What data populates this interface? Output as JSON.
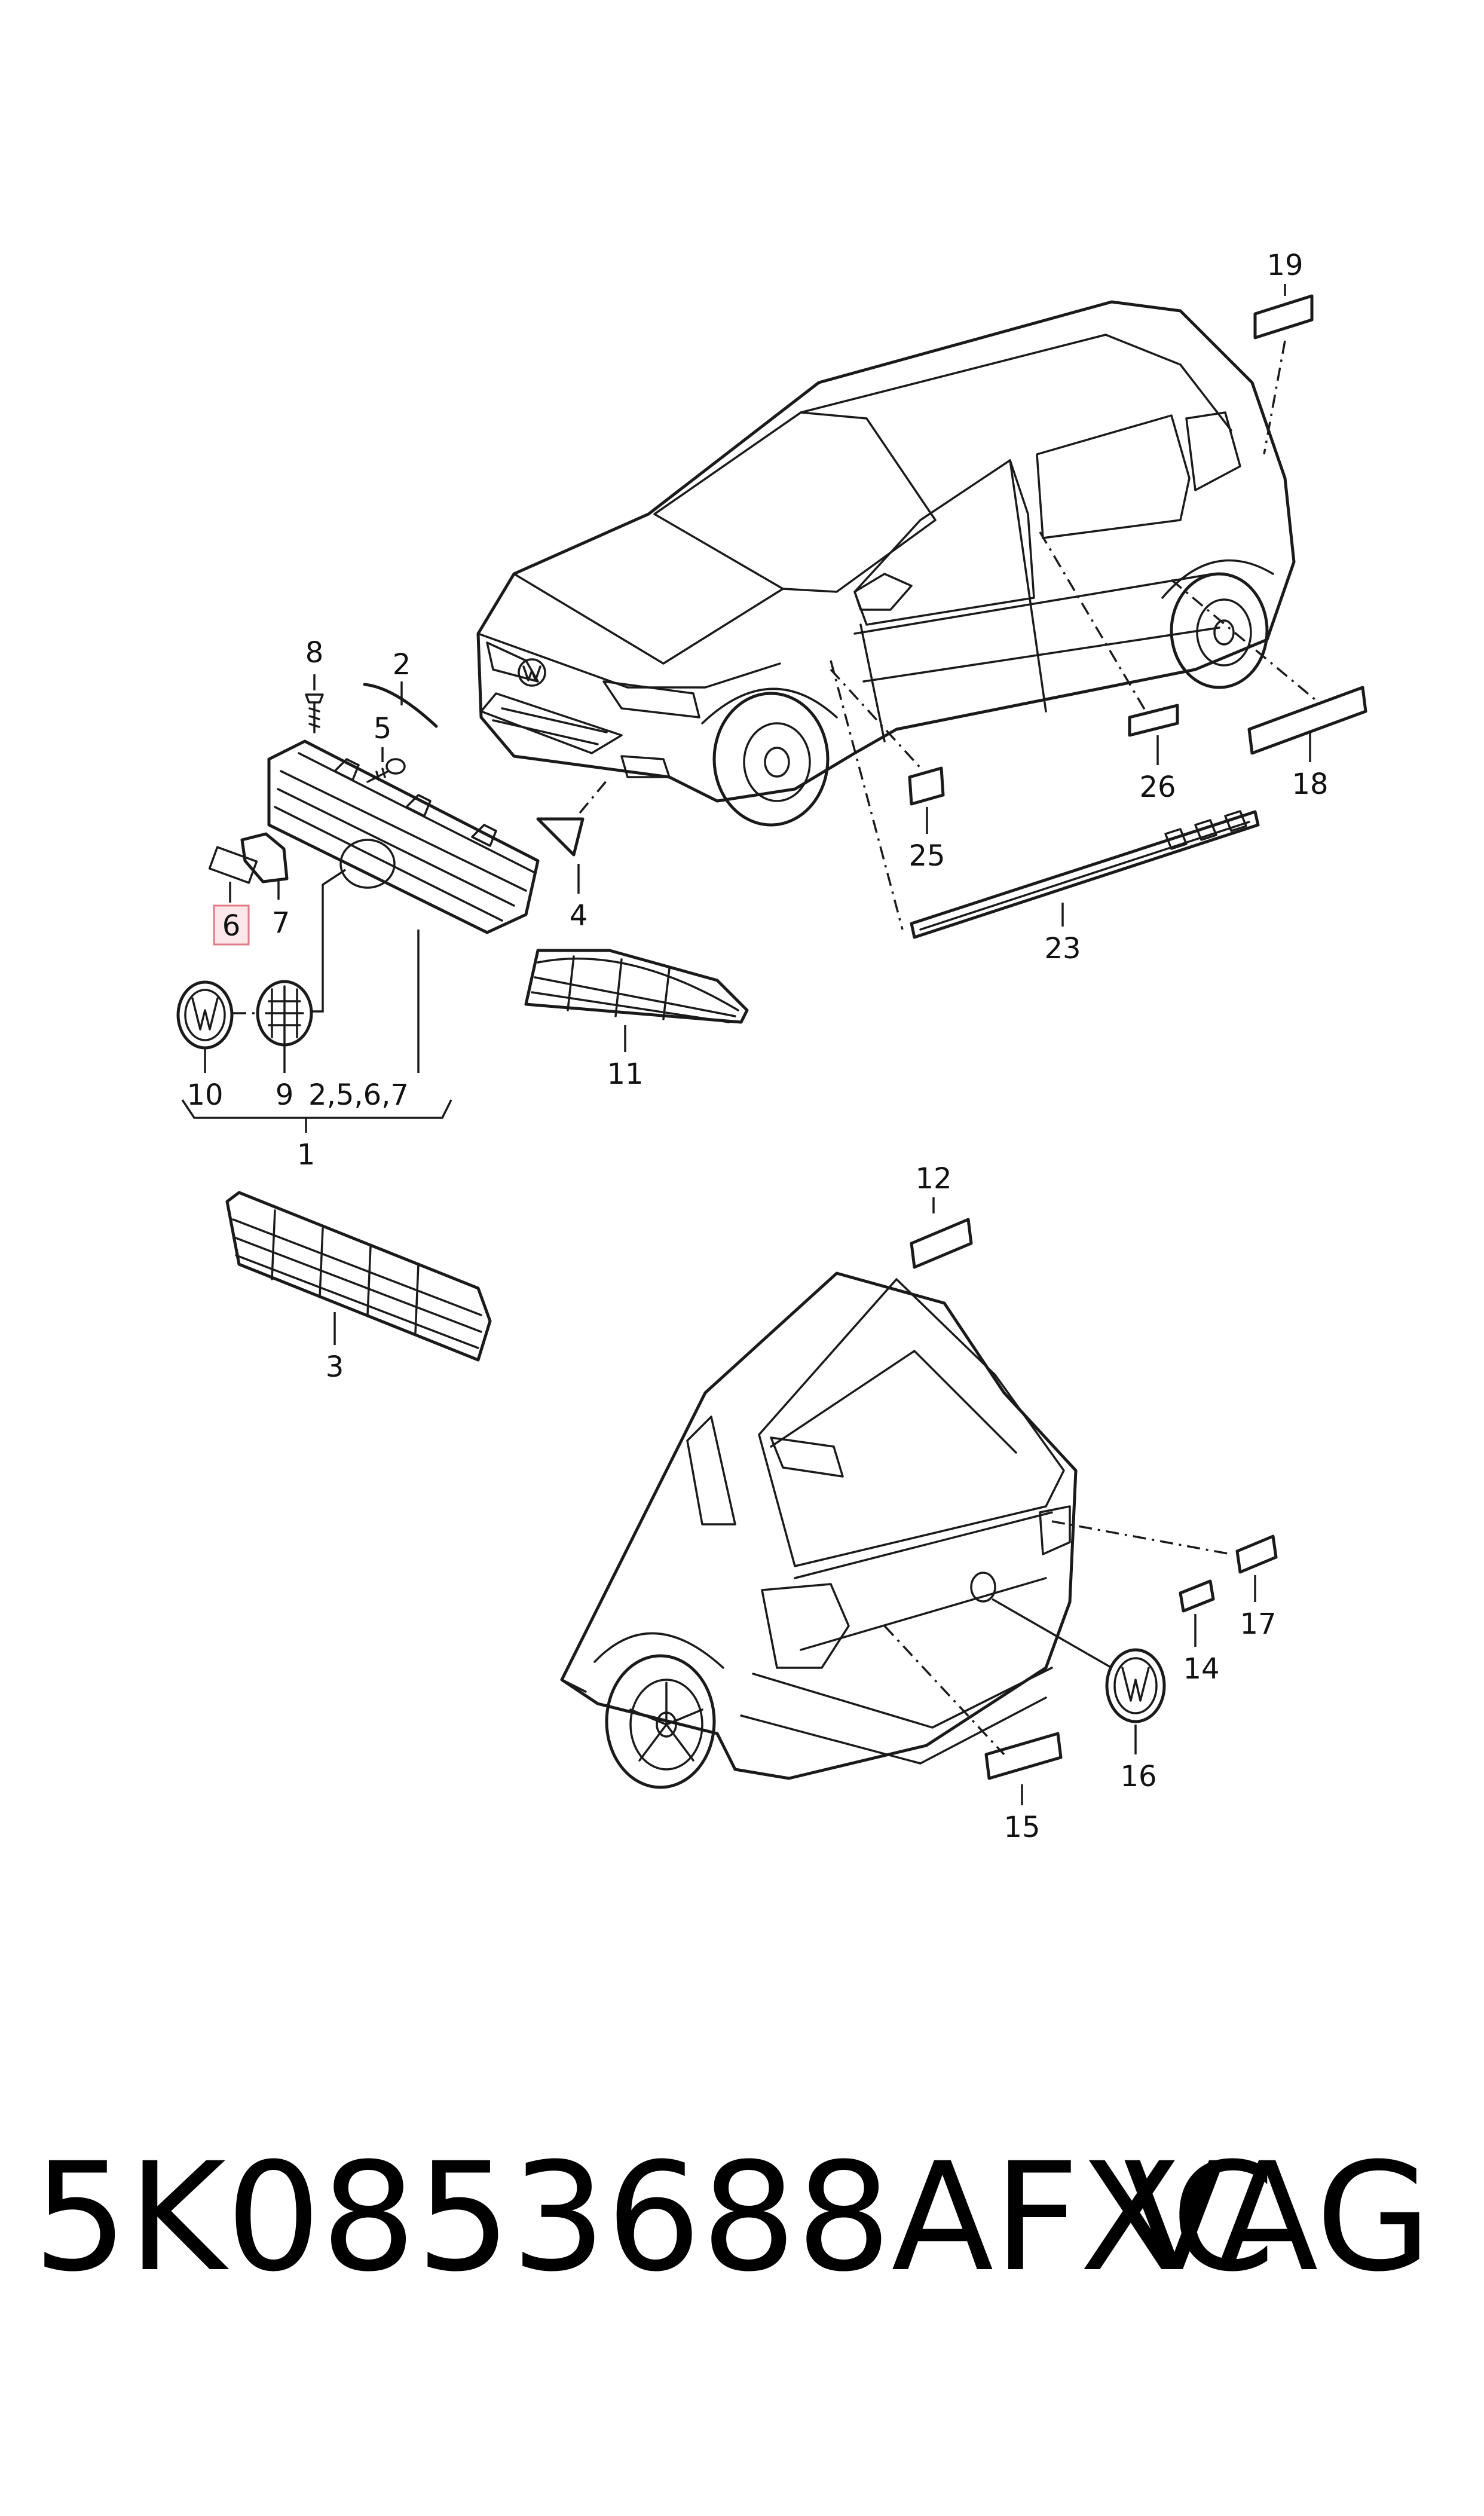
{
  "callouts": {
    "c1": "1",
    "c2": "2",
    "c3": "3",
    "c4": "4",
    "c5": "5",
    "c6": "6",
    "c7": "7",
    "c8": "8",
    "c9": "9",
    "c10": "10",
    "c11": "11",
    "c12": "12",
    "c14": "14",
    "c15": "15",
    "c16": "16",
    "c17": "17",
    "c18": "18",
    "c19": "19",
    "c23": "23",
    "c25": "25",
    "c26": "26",
    "c2567": "2,5,6,7"
  },
  "footer": {
    "part_number": "5K0853688AFXC",
    "brand": "VAG"
  },
  "highlight_color": "#e07a86"
}
